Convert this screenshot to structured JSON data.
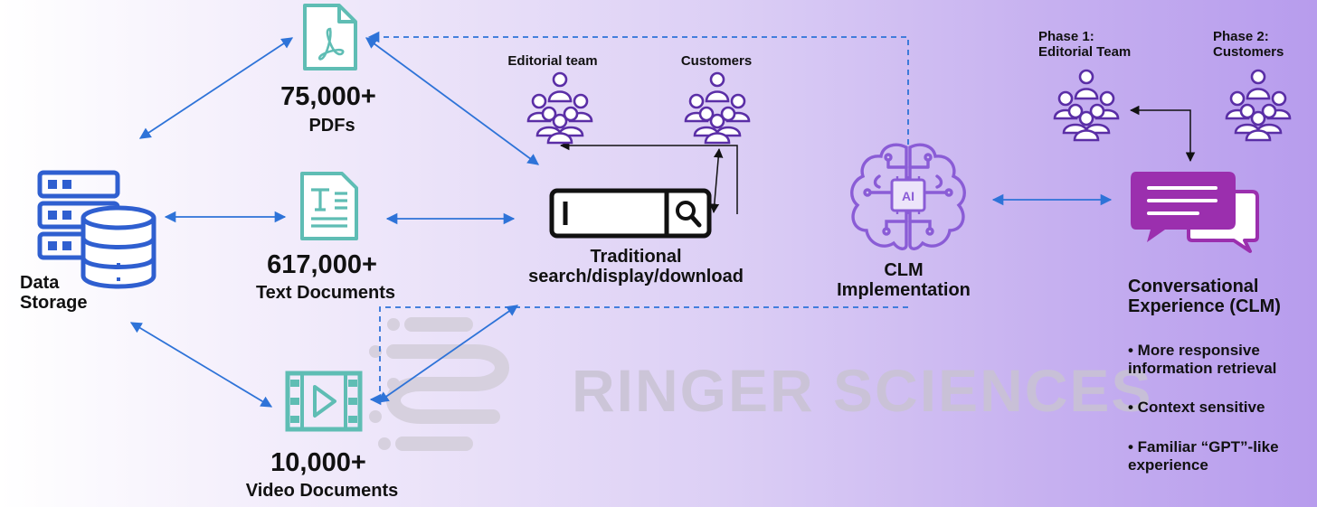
{
  "watermark": {
    "text": "RINGER SCIENCES"
  },
  "data_storage": {
    "line1": "Data",
    "line2": "Storage"
  },
  "pdfs": {
    "count": "75,000+",
    "label": "PDFs"
  },
  "text_docs": {
    "count": "617,000+",
    "label": "Text Documents"
  },
  "video_docs": {
    "count": "10,000+",
    "label": "Video Documents"
  },
  "search": {
    "line1": "Traditional",
    "line2": "search/display/download"
  },
  "groups": {
    "editorial": "Editorial team",
    "customers": "Customers"
  },
  "clm": {
    "line1": "CLM",
    "line2": "Implementation",
    "chip": "AI"
  },
  "phases": {
    "phase1_line1": "Phase 1:",
    "phase1_line2": "Editorial Team",
    "phase2_line1": "Phase 2:",
    "phase2_line2": "Customers"
  },
  "conversational": {
    "line1": "Conversational",
    "line2": "Experience (CLM)",
    "bullets": [
      {
        "line1": "• More responsive",
        "line2": "information retrieval"
      },
      {
        "line1": "• Context sensitive",
        "line2": ""
      },
      {
        "line1": "• Familiar “GPT”-like",
        "line2": "experience"
      }
    ]
  },
  "colors": {
    "blue_icon": "#2f5fd0",
    "teal_icon": "#5fbdb4",
    "purple_icon": "#5a2ea6",
    "magenta": "#9b2fae",
    "arrow_blue": "#2e73d8",
    "text": "#111111"
  }
}
